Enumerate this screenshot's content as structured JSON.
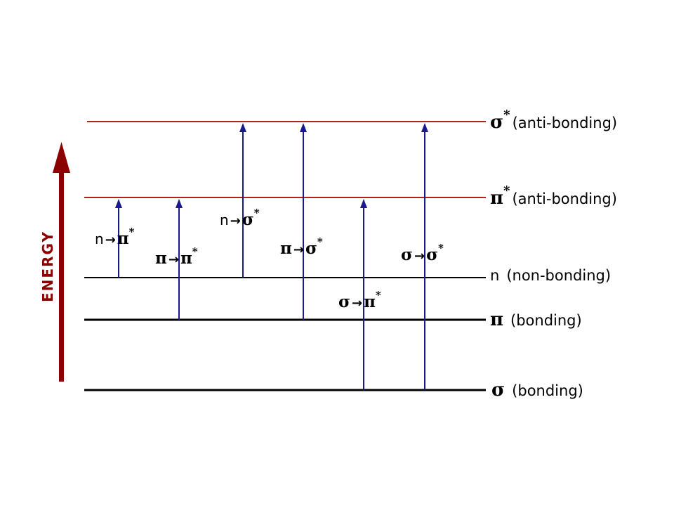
{
  "colors": {
    "antibonding_line": "#b22222",
    "bonding_line": "#000000",
    "transition_arrow": "#1a1a8c",
    "energy_arrow": "#8b0000"
  },
  "axis": {
    "label": "ENERGY"
  },
  "levels": {
    "sigma_star": {
      "symbol": "σ",
      "sup": "*",
      "desc": "(anti-bonding)"
    },
    "pi_star": {
      "symbol": "π",
      "sup": "*",
      "desc": "(anti-bonding)"
    },
    "n": {
      "symbol": "n",
      "desc": "(non-bonding)"
    },
    "pi": {
      "symbol": "π",
      "desc": "(bonding)"
    },
    "sigma": {
      "symbol": "σ",
      "desc": "(bonding)"
    }
  },
  "transitions": {
    "n_pi": {
      "from": "n",
      "arrow": "→",
      "to": "π",
      "sup": "*"
    },
    "pi_pi": {
      "from": "π",
      "arrow": "→",
      "to": "π",
      "sup": "*"
    },
    "n_sigma": {
      "from": "n",
      "arrow": "→",
      "to": "σ",
      "sup": "*"
    },
    "pi_sigma": {
      "from": "π",
      "arrow": "→",
      "to": "σ",
      "sup": "*"
    },
    "sigma_pi": {
      "from": "σ",
      "arrow": "→",
      "to": "π",
      "sup": "*"
    },
    "sigma_sigma": {
      "from": "σ",
      "arrow": "→",
      "to": "σ",
      "sup": "*"
    }
  }
}
